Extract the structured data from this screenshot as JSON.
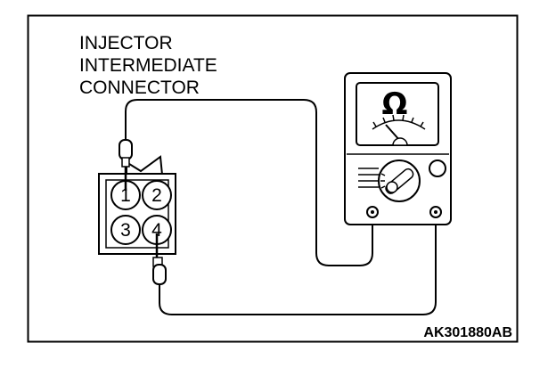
{
  "label": {
    "lines": [
      "INJECTOR",
      "INTERMEDIATE",
      "CONNECTOR"
    ]
  },
  "connector": {
    "pins": [
      "1",
      "2",
      "3",
      "4"
    ]
  },
  "meter": {
    "unit_symbol": "Ω",
    "icon": "ohmmeter-icon"
  },
  "figure_code": "AK301880AB",
  "colors": {
    "line": "#000000",
    "background": "#ffffff",
    "grey_fill": "#e6e6e6"
  }
}
